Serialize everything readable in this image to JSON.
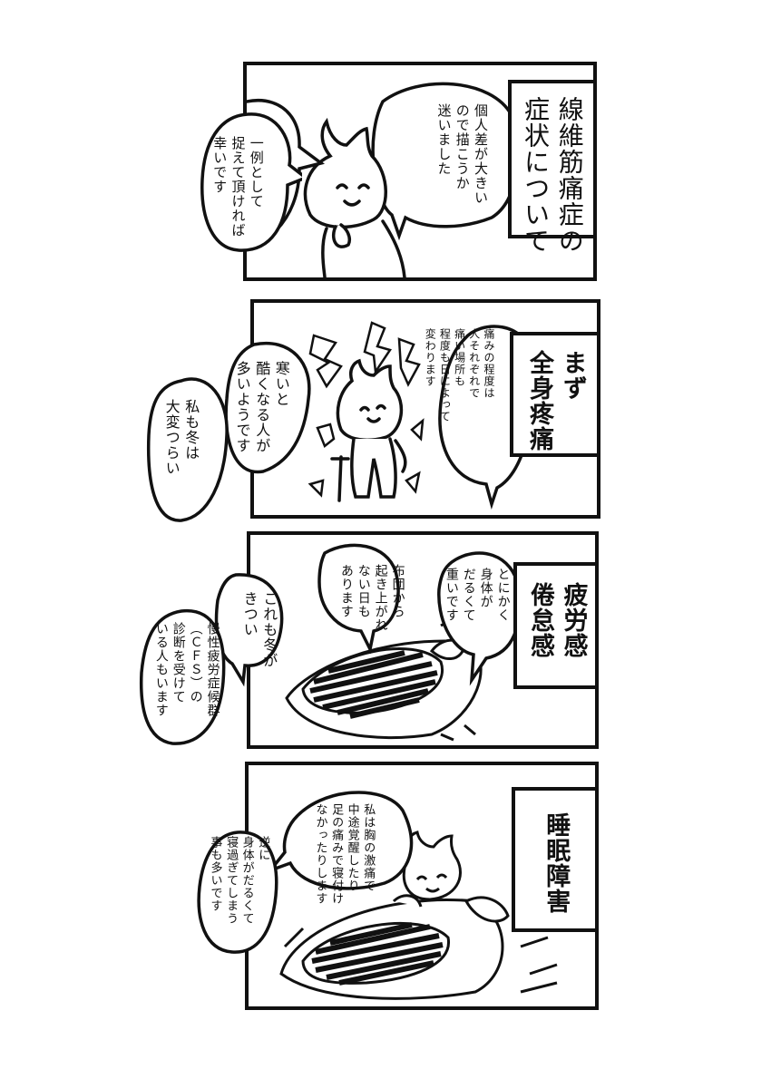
{
  "panels": [
    {
      "title": "線維筋痛症の\n症状について",
      "bubbles": [
        "個人差が大きい\nので描こうか\n迷いました",
        "一例として\n捉えて頂ければ\n幸いです"
      ]
    },
    {
      "title": "まず\n全身疼痛",
      "bubbles": [
        "痛みの程度は\n人それぞれで\n痛い場所も\n程度も日によって\n変わります",
        "寒いと\n酷くなる人が\n多いようです",
        "私も冬は\n大変つらい"
      ]
    },
    {
      "title": "疲労感\n倦怠感",
      "bubbles": [
        "とにかく\n身体が\nだるくて\n重いです",
        "布団から\n起き上がれ\nない日も\nあります",
        "これも冬が\nきつい",
        "慢性疲労症候群\n（ＣＦＳ）の\n診断を受けて\nいる人もいます"
      ]
    },
    {
      "title": "睡眠障害",
      "bubbles": [
        "私は胸の激痛で\n中途覚醒したり\n足の痛みで寝付け\nなかったりします",
        "逆に\n身体がだるくて\n寝過ぎてしまう\n事も多いです"
      ]
    }
  ]
}
